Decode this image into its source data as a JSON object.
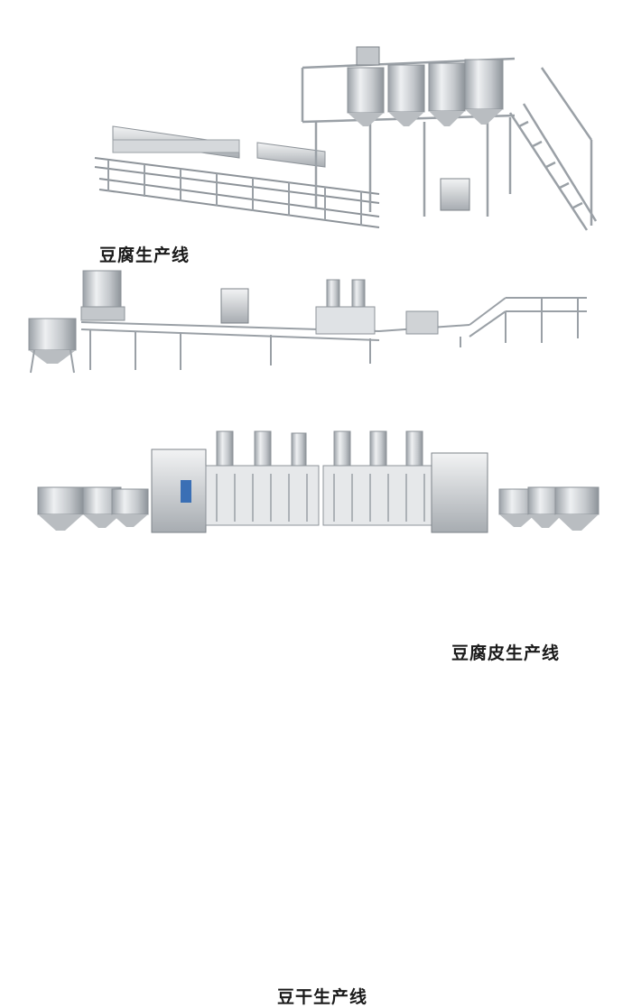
{
  "labels": {
    "tofu_line": "豆腐生产线",
    "tofu_skin_line": "豆腐皮生产线",
    "dried_tofu_line": "豆干生产线"
  },
  "colors": {
    "background": "#ffffff",
    "steel_light": "#e6e8ea",
    "steel_mid": "#b9bdc1",
    "steel_dark": "#7d8389",
    "accent_blue": "#3a6fb5",
    "text": "#1a1a1a"
  }
}
